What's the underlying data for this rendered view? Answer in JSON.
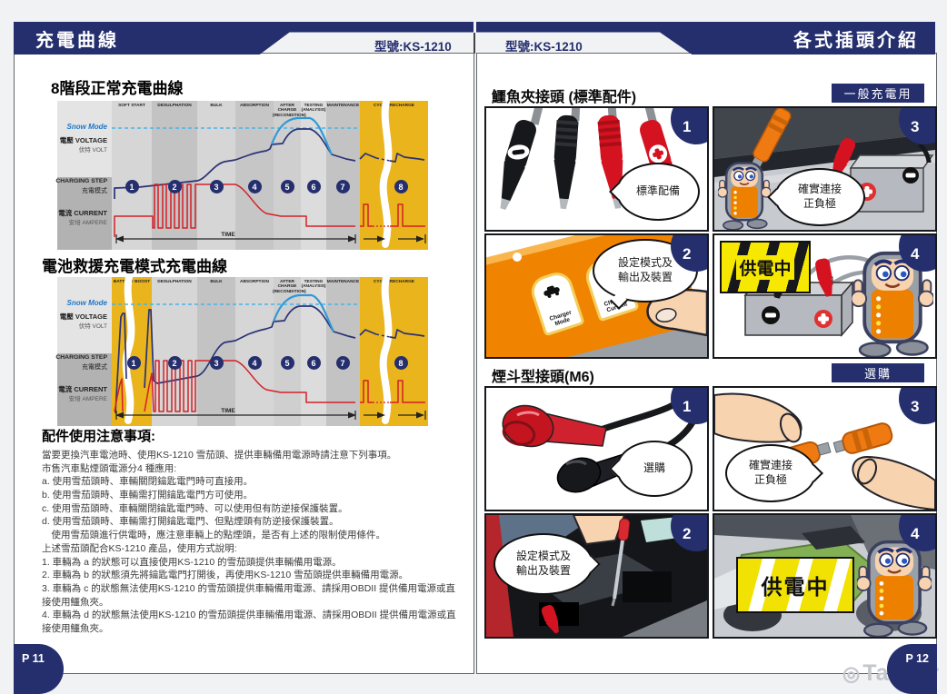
{
  "watermark": {
    "brand": "Tasker"
  },
  "colors": {
    "navy": "#252f6e",
    "chart_yellow": "#e9b41c",
    "sign_yellow": "#f6e800",
    "curve_red": "#d42027",
    "curve_blue": "#2f99d6",
    "curve_navy": "#2b3276",
    "mascot_orange": "#ee8000"
  },
  "left_page": {
    "header_title": "充電曲線",
    "model": "型號:KS-1210",
    "page_num": "P 11",
    "chart1_title": "8階段正常充電曲線",
    "chart2_title": "電池救援充電模式充電曲線",
    "axis": {
      "snow_mode": "Snow Mode",
      "voltage_zh": "電壓",
      "voltage_en": "VOLTAGE",
      "volt_zh": "伏特",
      "volt_en": "VOLT",
      "step_en": "CHARGING STEP",
      "step_zh": "充電模式",
      "current_zh": "電流",
      "current_en": "CURRENT",
      "ampere_zh": "安培",
      "ampere_en": "AMPERE",
      "time": "TIME"
    },
    "chart1_phases": [
      "SOFT START",
      "DESULPHATION",
      "BULK",
      "ABSORPTION",
      "AFTER CHARGE (RECONDITION)",
      "TESTING (ANALYSIS)",
      "MAINTENANCE",
      "CYCLE RECHARGE"
    ],
    "chart2_phases": [
      "BATTERY BOOST",
      "DESULPHATION",
      "BULK",
      "ABSORPTION",
      "AFTER CHARGE (RECONDITION)",
      "TESTING (ANALYSIS)",
      "MAINTENANCE",
      "CYCLE RECHARGE"
    ],
    "steps": [
      "1",
      "2",
      "3",
      "4",
      "5",
      "6",
      "7",
      "8"
    ],
    "notes_title": "配件使用注意事項:",
    "notes": [
      "當要更換汽車電池時、使用KS-1210 雪茄頭、提供車輛備用電源時請注意下列事項。",
      "市售汽車點煙頭電源分4 種應用:",
      "a. 使用雪茄頭時、車輛關閉鑰匙電門時可直接用。",
      "b. 使用雪茄頭時、車輛需打開鑰匙電門方可使用。",
      "c. 使用雪茄頭時、車輛關閉鑰匙電門時、可以使用但有防逆接保護裝置。",
      "d. 使用雪茄頭時、車輛需打開鑰匙電門、但點煙頭有防逆接保護裝置。",
      "　使用雪茄頭進行供電時，應注意車輛上的點煙頭，是否有上述的限制使用條件。",
      "上述雪茄頭配合KS-1210 產品，使用方式說明:",
      "1. 車輛為 a 的狀態可以直接使用KS-1210 的雪茄頭提供車輛備用電源。",
      "2. 車輛為 b 的狀態須先將鑰匙電門打開後，再使用KS-1210 雪茄頭提供車輛備用電源。",
      "3. 車輛為 c 的狀態無法使用KS-1210 的雪茄頭提供車輛備用電源、請採用OBDII 提供備用電源或直接使用鱷魚夾。",
      "4. 車輛為 d 的狀態無法使用KS-1210 的雪茄頭提供車輛備用電源、請採用OBDII 提供備用電源或直接使用鱷魚夾。"
    ]
  },
  "right_page": {
    "header_title": "各式插頭介紹",
    "model": "型號:KS-1210",
    "page_num": "P 12",
    "sections": [
      {
        "title": "鱷魚夾接頭 (標準配件)",
        "badge": "一般充電用",
        "buttons": {
          "mode": "Charger Mode",
          "current": "Charger Current"
        },
        "panels": [
          {
            "num": "1",
            "bubble1": "標準配備",
            "bubble2": ""
          },
          {
            "num": "3",
            "bubble1": "確實連接",
            "bubble2": "正負極"
          },
          {
            "num": "2",
            "bubble1": "設定模式及",
            "bubble2": "輸出及裝置"
          },
          {
            "num": "4",
            "sign": "供電中"
          }
        ]
      },
      {
        "title": "煙斗型接頭(M6)",
        "badge": "選購",
        "panels": [
          {
            "num": "1",
            "bubble1": "選購",
            "bubble2": ""
          },
          {
            "num": "3",
            "bubble1": "確實連接",
            "bubble2": "正負極"
          },
          {
            "num": "2",
            "bubble1": "設定模式及",
            "bubble2": "輸出及裝置"
          },
          {
            "num": "4",
            "sign": "供電中"
          }
        ]
      }
    ]
  }
}
